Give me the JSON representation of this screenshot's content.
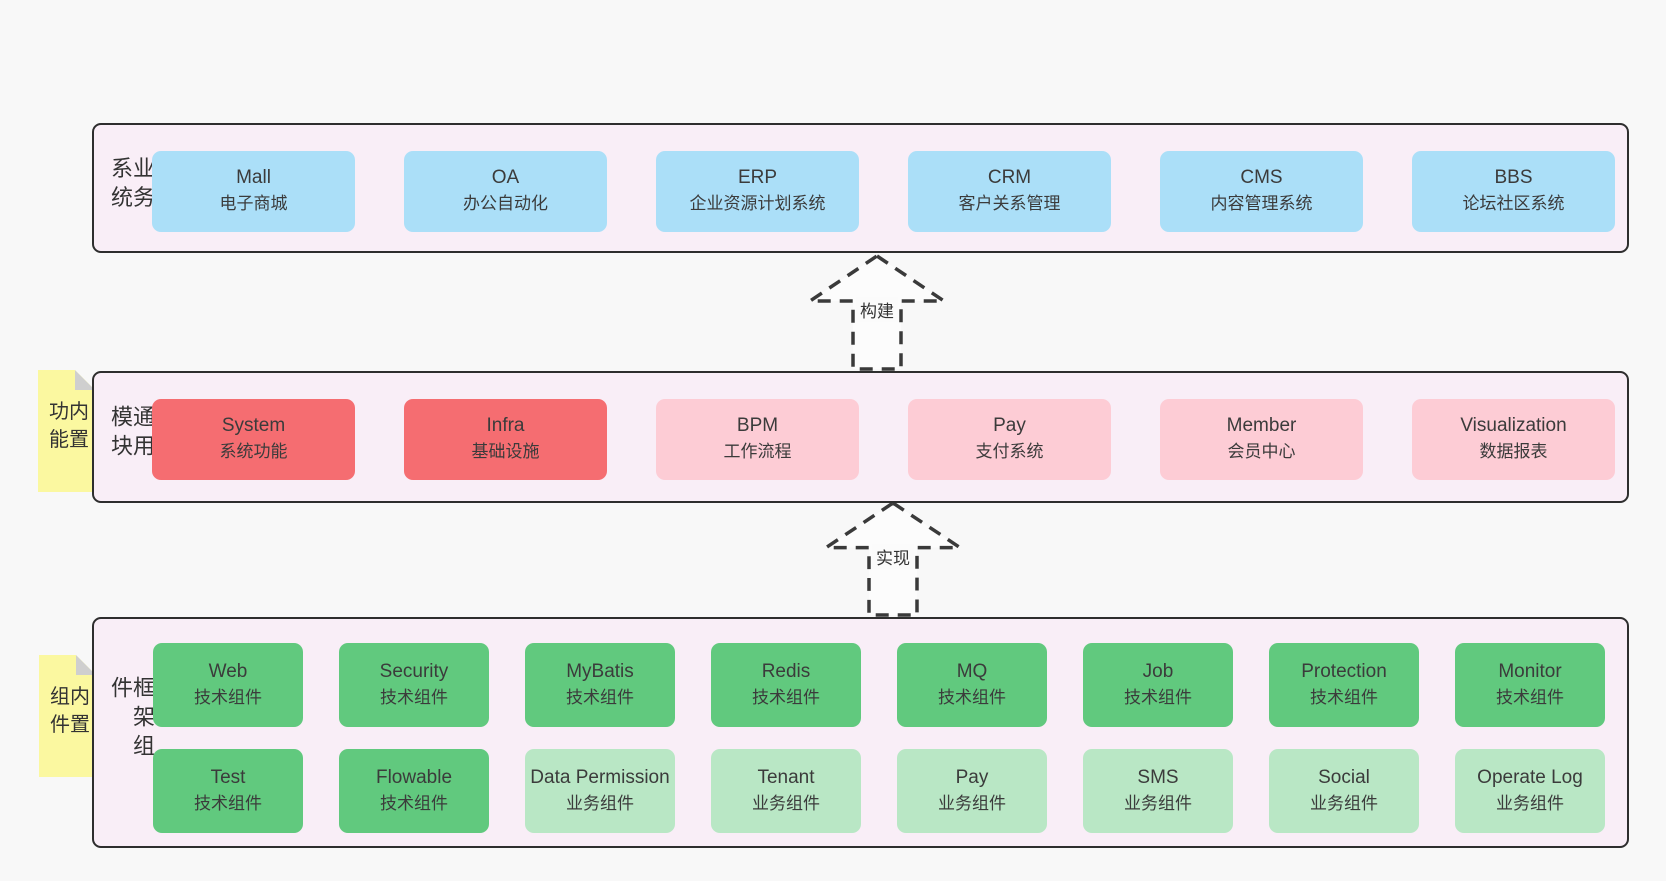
{
  "diagram": {
    "arrows": [
      {
        "label": "构建"
      },
      {
        "label": "实现"
      }
    ],
    "bands": [
      {
        "label": "业务系统",
        "boxes": [
          {
            "en": "Mall",
            "zh": "电子商城",
            "variant": "blue"
          },
          {
            "en": "OA",
            "zh": "办公自动化",
            "variant": "blue"
          },
          {
            "en": "ERP",
            "zh": "企业资源计划系统",
            "variant": "blue"
          },
          {
            "en": "CRM",
            "zh": "客户关系管理",
            "variant": "blue"
          },
          {
            "en": "CMS",
            "zh": "内容管理系统",
            "variant": "blue"
          },
          {
            "en": "BBS",
            "zh": "论坛社区系统",
            "variant": "blue"
          }
        ]
      },
      {
        "label": "通用模块",
        "sticky": "内置功能",
        "boxes": [
          {
            "en": "System",
            "zh": "系统功能",
            "variant": "red"
          },
          {
            "en": "Infra",
            "zh": "基础设施",
            "variant": "red"
          },
          {
            "en": "BPM",
            "zh": "工作流程",
            "variant": "pink"
          },
          {
            "en": "Pay",
            "zh": "支付系统",
            "variant": "pink"
          },
          {
            "en": "Member",
            "zh": "会员中心",
            "variant": "pink"
          },
          {
            "en": "Visualization",
            "zh": "数据报表",
            "variant": "pink"
          }
        ]
      },
      {
        "label": "框架组件",
        "sticky": "内置组件",
        "rows": [
          {
            "boxes": [
              {
                "en": "Web",
                "zh": "技术组件",
                "variant": "green"
              },
              {
                "en": "Security",
                "zh": "技术组件",
                "variant": "green"
              },
              {
                "en": "MyBatis",
                "zh": "技术组件",
                "variant": "green"
              },
              {
                "en": "Redis",
                "zh": "技术组件",
                "variant": "green"
              },
              {
                "en": "MQ",
                "zh": "技术组件",
                "variant": "green"
              },
              {
                "en": "Job",
                "zh": "技术组件",
                "variant": "green"
              },
              {
                "en": "Protection",
                "zh": "技术组件",
                "variant": "green"
              },
              {
                "en": "Monitor",
                "zh": "技术组件",
                "variant": "green"
              }
            ]
          },
          {
            "boxes": [
              {
                "en": "Test",
                "zh": "技术组件",
                "variant": "green"
              },
              {
                "en": "Flowable",
                "zh": "技术组件",
                "variant": "green"
              },
              {
                "en": "Data Permission",
                "zh": "业务组件",
                "variant": "green-light"
              },
              {
                "en": "Tenant",
                "zh": "业务组件",
                "variant": "green-light"
              },
              {
                "en": "Pay",
                "zh": "业务组件",
                "variant": "green-light"
              },
              {
                "en": "SMS",
                "zh": "业务组件",
                "variant": "green-light"
              },
              {
                "en": "Social",
                "zh": "业务组件",
                "variant": "green-light"
              },
              {
                "en": "Operate Log",
                "zh": "业务组件",
                "variant": "green-light"
              }
            ]
          }
        ]
      }
    ],
    "colors": {
      "page_bg": "#f8f8f8",
      "band_bg": "#f9eef7",
      "band_border": "#2e2e2e",
      "blue_box": "#abdff8",
      "red_box": "#f56d71",
      "pink_box": "#fdccd5",
      "green_box": "#61c97e",
      "light_green_box": "#b9e7c5",
      "sticky_yellow": "#fbf8a0",
      "sticky_fold": "#cfcfcf",
      "text": "#3b3b3b"
    }
  }
}
